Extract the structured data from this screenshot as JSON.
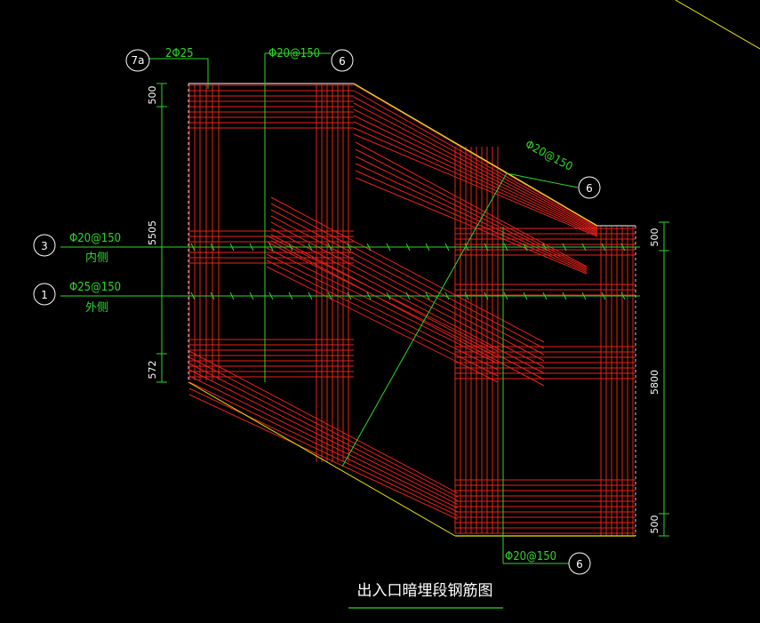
{
  "colors": {
    "background": "#000000",
    "rebar": "#e8221b",
    "annotation": "#2bd82b",
    "outline_edge": "#e8e800",
    "text": "#ffffff"
  },
  "drawing_title": "出入口暗埋段钢筋图",
  "callouts": [
    {
      "id": "7a",
      "bubble": "7a",
      "text": "2Φ25"
    },
    {
      "id": "6-top",
      "bubble": "6",
      "text": "Φ20@150"
    },
    {
      "id": "6-diagonal",
      "bubble": "6",
      "text": "Φ20@150"
    },
    {
      "id": "3",
      "bubble": "3",
      "text": "Φ20@150",
      "note": "内侧"
    },
    {
      "id": "1",
      "bubble": "1",
      "text": "Φ25@150",
      "note": "外侧"
    },
    {
      "id": "6-bottom",
      "bubble": "6",
      "text": "Φ20@150"
    }
  ],
  "dimensions": {
    "left": [
      "500",
      "5505",
      "572"
    ],
    "right": [
      "500",
      "5800",
      "500"
    ]
  }
}
